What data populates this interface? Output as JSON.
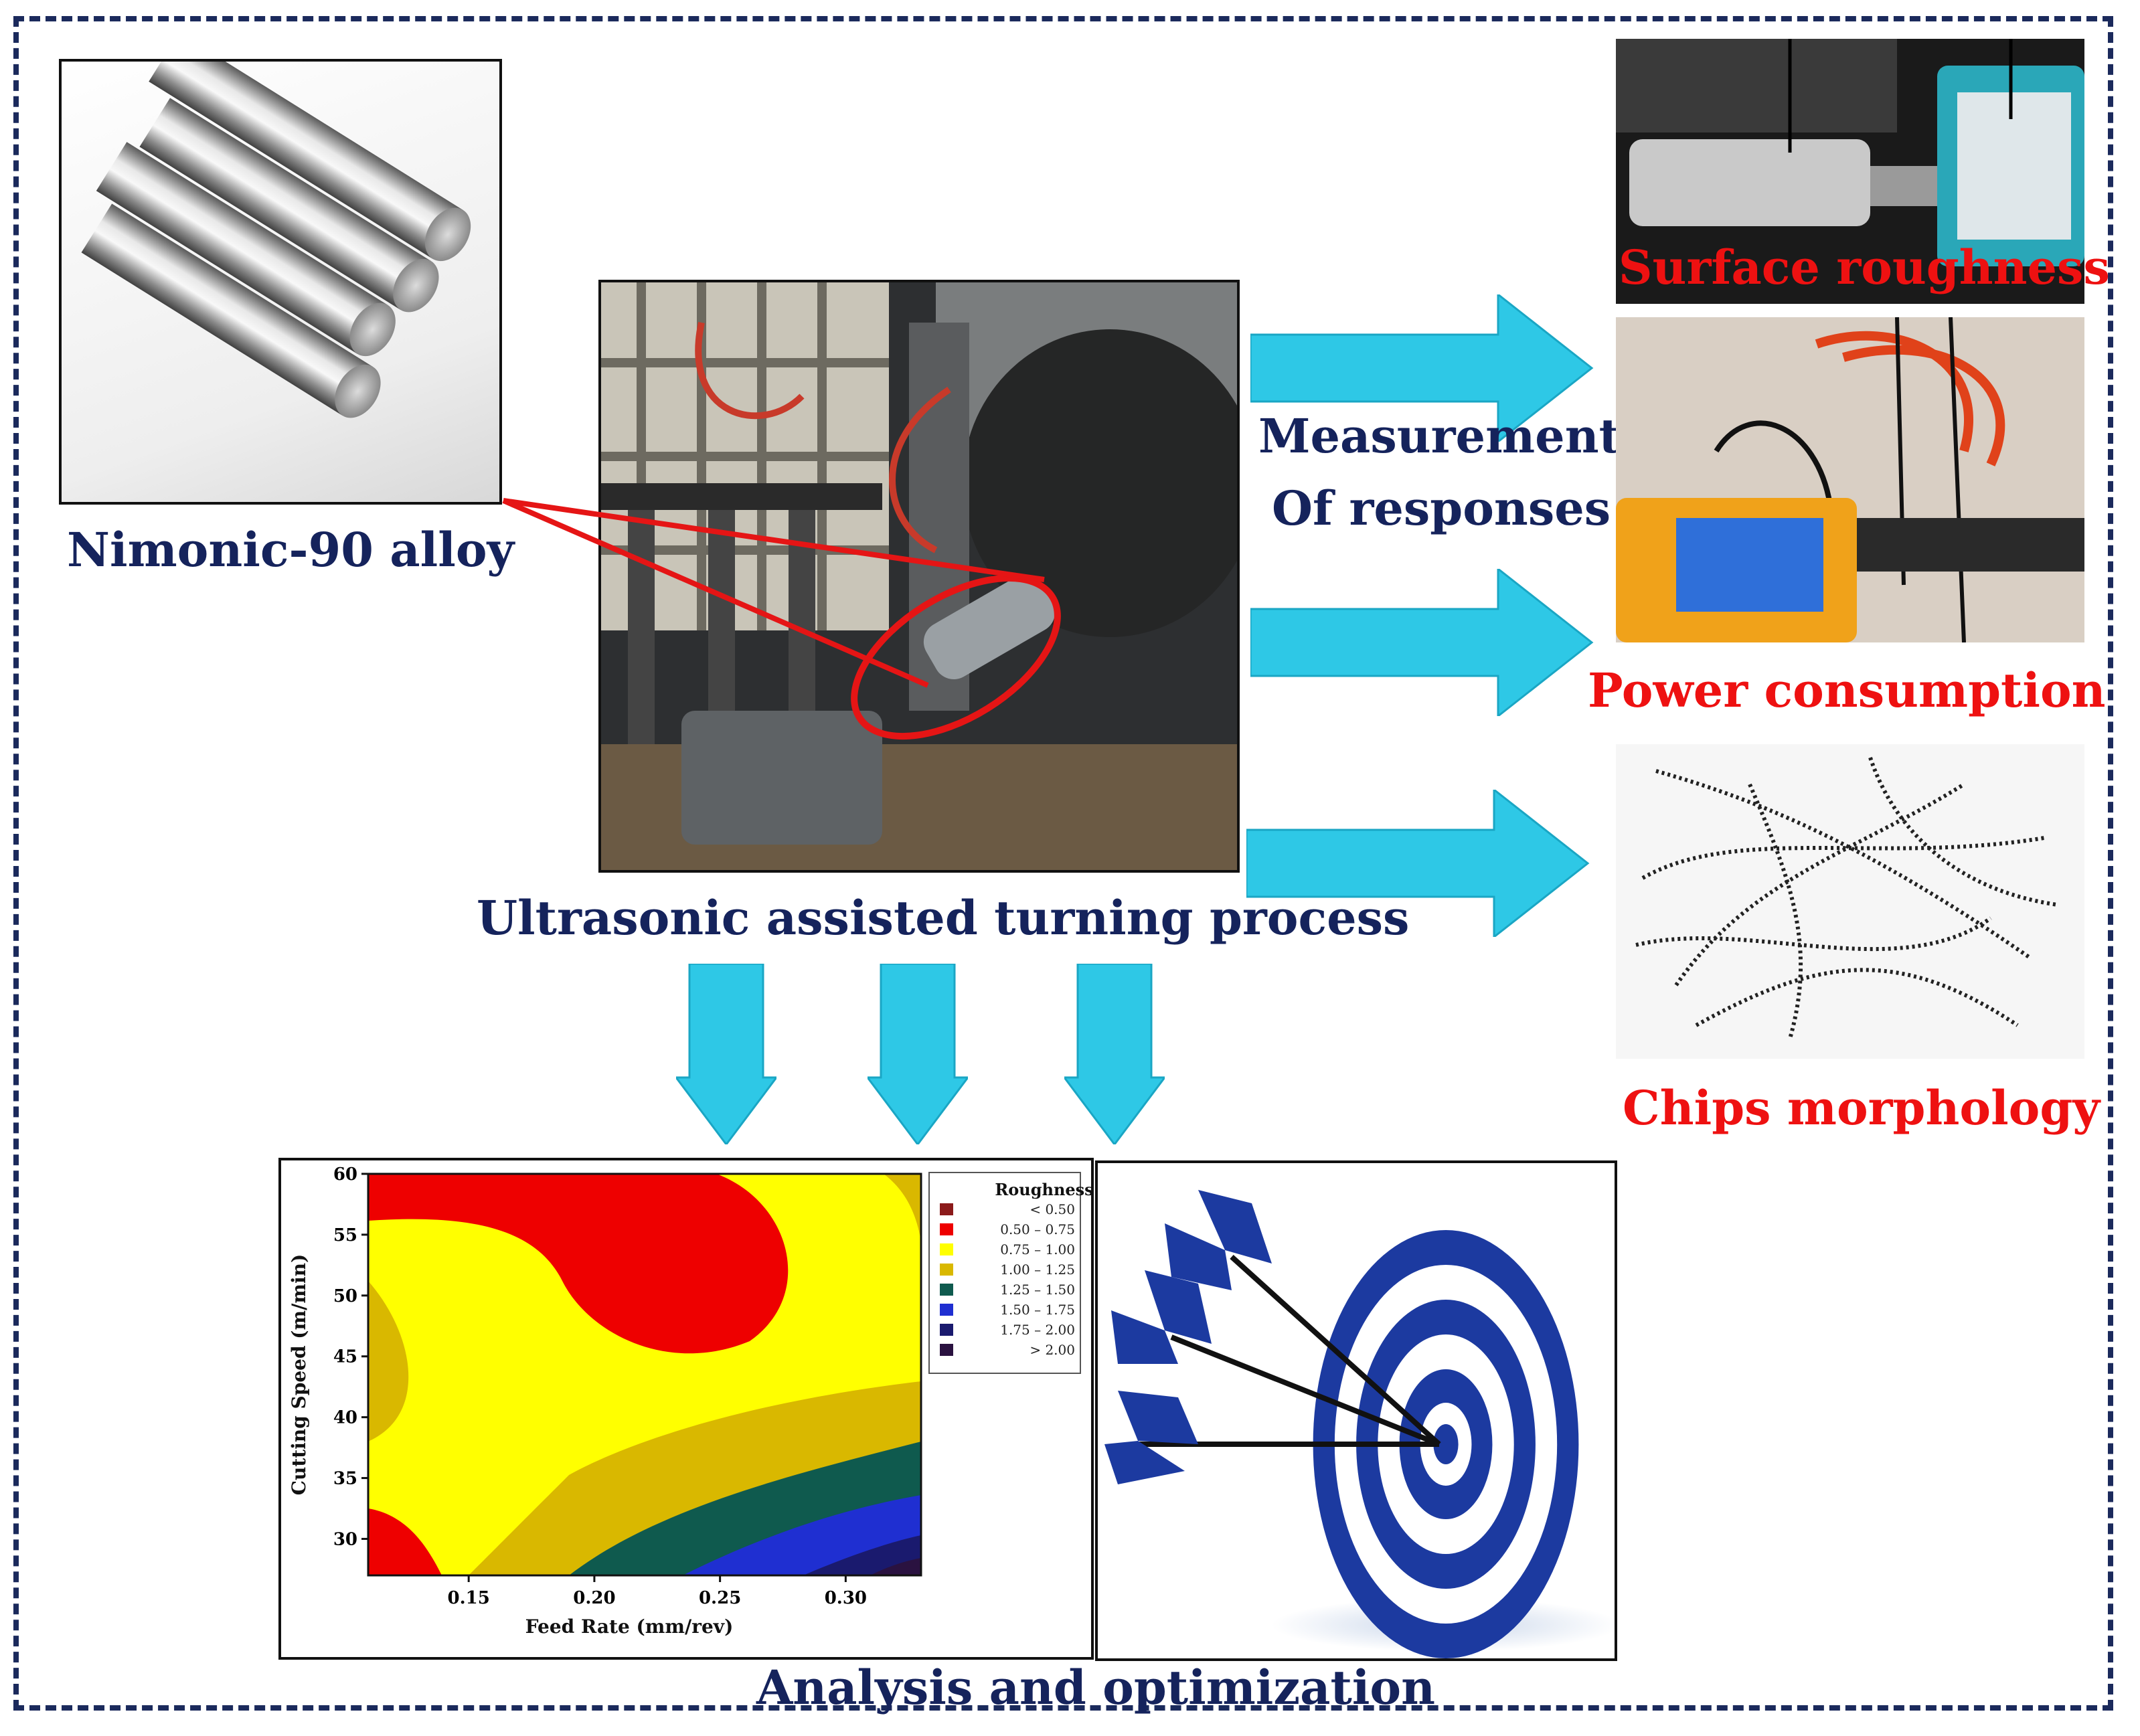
{
  "labels": {
    "material": "Nimonic-90 alloy",
    "process": "Ultrasonic assisted turning process",
    "measurement_line1": "Measurement",
    "measurement_line2": "Of responses",
    "surface_roughness": "Surface roughness",
    "power_consumption": "Power consumption",
    "chips_morphology": "Chips morphology",
    "analysis": "Analysis and optimization"
  },
  "colors": {
    "navy_text": "#15235c",
    "red_text": "#ee1111",
    "arrow_fill": "#2ec8e6",
    "frame": "#1b2a5c"
  },
  "icons": {
    "material": "metal-rods-image",
    "process": "ultrasonic-turning-setup-photo",
    "roughness": "roughness-tester-photo",
    "power": "power-analyzer-photo",
    "chips": "chips-photo",
    "target": "target-with-arrows-icon"
  },
  "chart_data": {
    "type": "heatmap",
    "subtype": "contour",
    "xlabel": "Feed Rate (mm/rev)",
    "ylabel": "Cutting Speed (m/min)",
    "xlim": [
      0.11,
      0.33
    ],
    "ylim": [
      27,
      60
    ],
    "xticks": [
      "0.15",
      "0.20",
      "0.25",
      "0.30"
    ],
    "yticks": [
      "30",
      "35",
      "40",
      "45",
      "50",
      "55",
      "60"
    ],
    "legend_title": "Roughness",
    "legend": [
      {
        "label": "< 0.50",
        "color": "#8b1a1a"
      },
      {
        "label": "0.50 – 0.75",
        "color": "#ee0000"
      },
      {
        "label": "0.75 – 1.00",
        "color": "#ffff00"
      },
      {
        "label": "1.00 – 1.25",
        "color": "#d9b800"
      },
      {
        "label": "1.25 – 1.50",
        "color": "#0f5a4e"
      },
      {
        "label": "1.50 – 1.75",
        "color": "#1f2fd1"
      },
      {
        "label": "1.75 – 2.00",
        "color": "#1a1a6e"
      },
      {
        "label": "> 2.00",
        "color": "#2a1240"
      }
    ]
  }
}
